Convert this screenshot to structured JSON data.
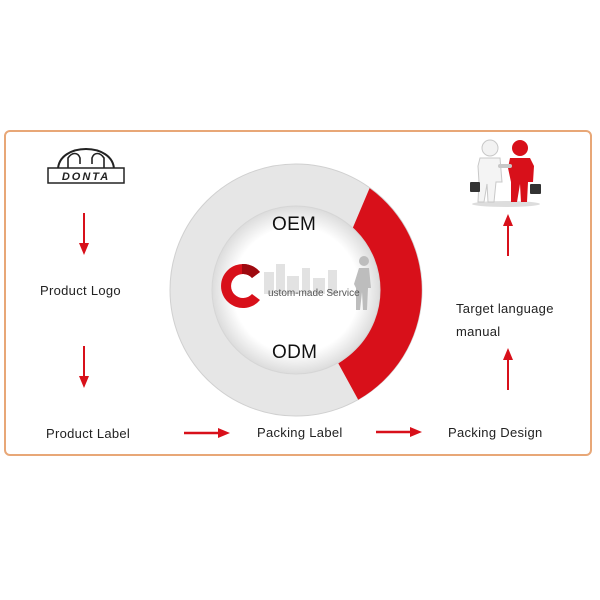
{
  "logo": {
    "text": "DONTA"
  },
  "steps": {
    "product_logo": "Product Logo",
    "product_label": "Product Label",
    "packing_label": "Packing Label",
    "packing_design": "Packing Design",
    "target_manual_line1": "Target language",
    "target_manual_line2": "manual"
  },
  "center": {
    "oem": "OEM",
    "odm": "ODM",
    "service_tagline": "ustom-made Service",
    "service_initial": "C"
  },
  "colors": {
    "frame_border": "#e8a777",
    "accent_red": "#d8101a",
    "ring_grey": "#e6e6e6"
  },
  "icons": {
    "handshake": "handshake-figures-icon",
    "arrow": "red-arrow-icon"
  }
}
